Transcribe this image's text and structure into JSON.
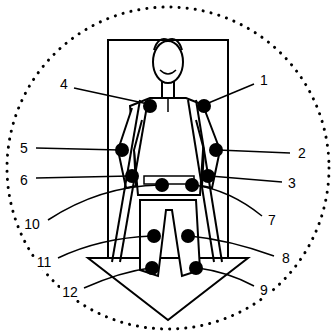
{
  "diagram": {
    "labels": [
      "4",
      "1",
      "5",
      "2",
      "6",
      "3",
      "10",
      "7",
      "11",
      "8",
      "12",
      "9"
    ]
  }
}
